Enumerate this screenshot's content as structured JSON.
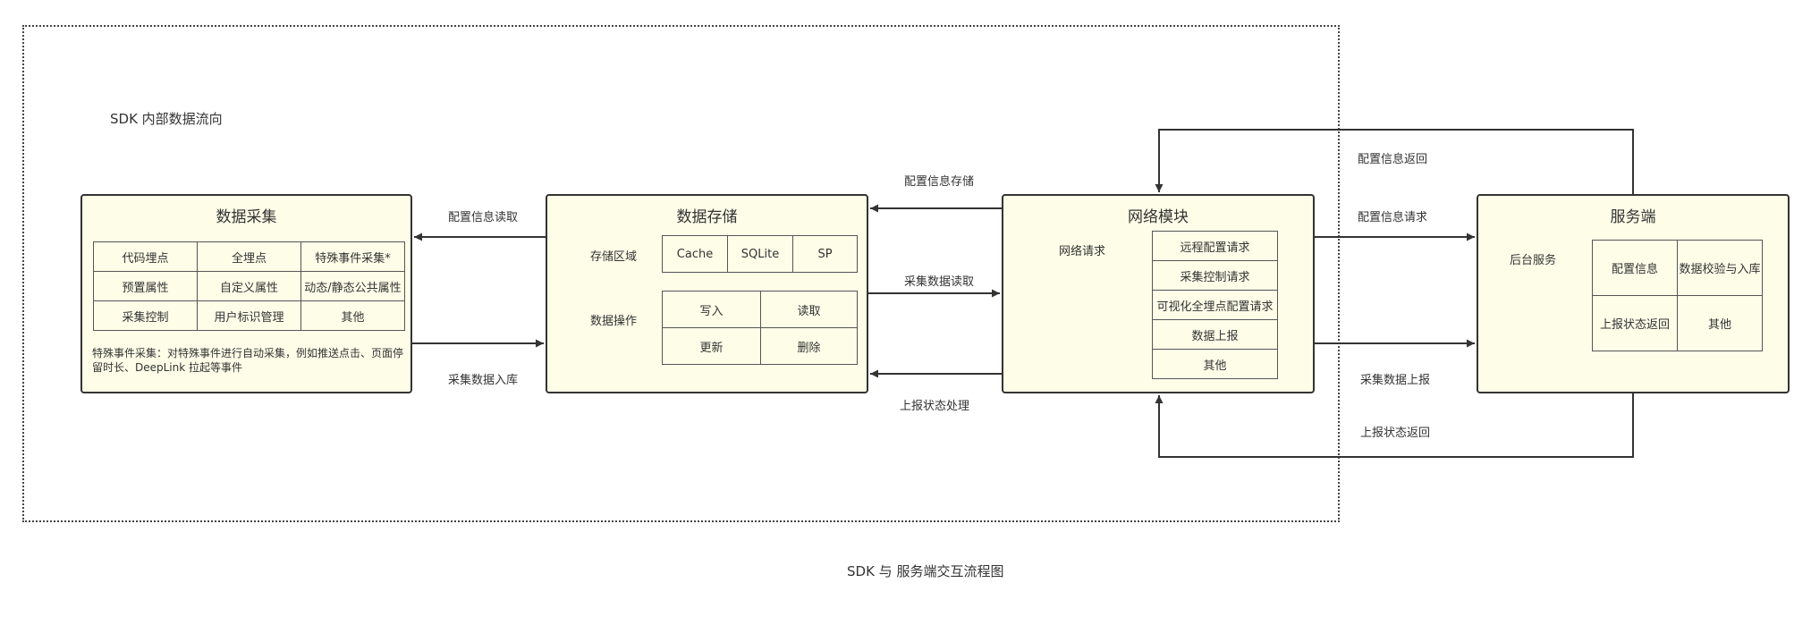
{
  "inner_title": "SDK 内部数据流向",
  "caption": "SDK 与 服务端交互流程图",
  "collect": {
    "title": "数据采集",
    "rows": [
      [
        "代码埋点",
        "全埋点",
        "特殊事件采集*"
      ],
      [
        "预置属性",
        "自定义属性",
        "动态/静态公共属性"
      ],
      [
        "采集控制",
        "用户标识管理",
        "其他"
      ]
    ],
    "note": "特殊事件采集：对特殊事件进行自动采集，例如推送点击、页面停留时长、DeepLink 拉起等事件"
  },
  "storage": {
    "title": "数据存储",
    "area_label": "存储区域",
    "area_items": [
      "Cache",
      "SQLite",
      "SP"
    ],
    "ops_label": "数据操作",
    "ops_rows": [
      [
        "写入",
        "读取"
      ],
      [
        "更新",
        "删除"
      ]
    ]
  },
  "network": {
    "title": "网络模块",
    "req_label": "网络请求",
    "items": [
      "远程配置请求",
      "采集控制请求",
      "可视化全埋点配置请求",
      "数据上报",
      "其他"
    ]
  },
  "server": {
    "title": "服务端",
    "svc_label": "后台服务",
    "rows": [
      [
        "配置信息",
        "数据校验与入库"
      ],
      [
        "上报状态返回",
        "其他"
      ]
    ]
  },
  "edges": {
    "config_read": "配置信息读取",
    "collect_store": "采集数据入库",
    "config_store": "配置信息存储",
    "collect_read": "采集数据读取",
    "status_handle": "上报状态处理",
    "config_return": "配置信息返回",
    "config_request": "配置信息请求",
    "collect_report": "采集数据上报",
    "status_return": "上报状态返回"
  }
}
